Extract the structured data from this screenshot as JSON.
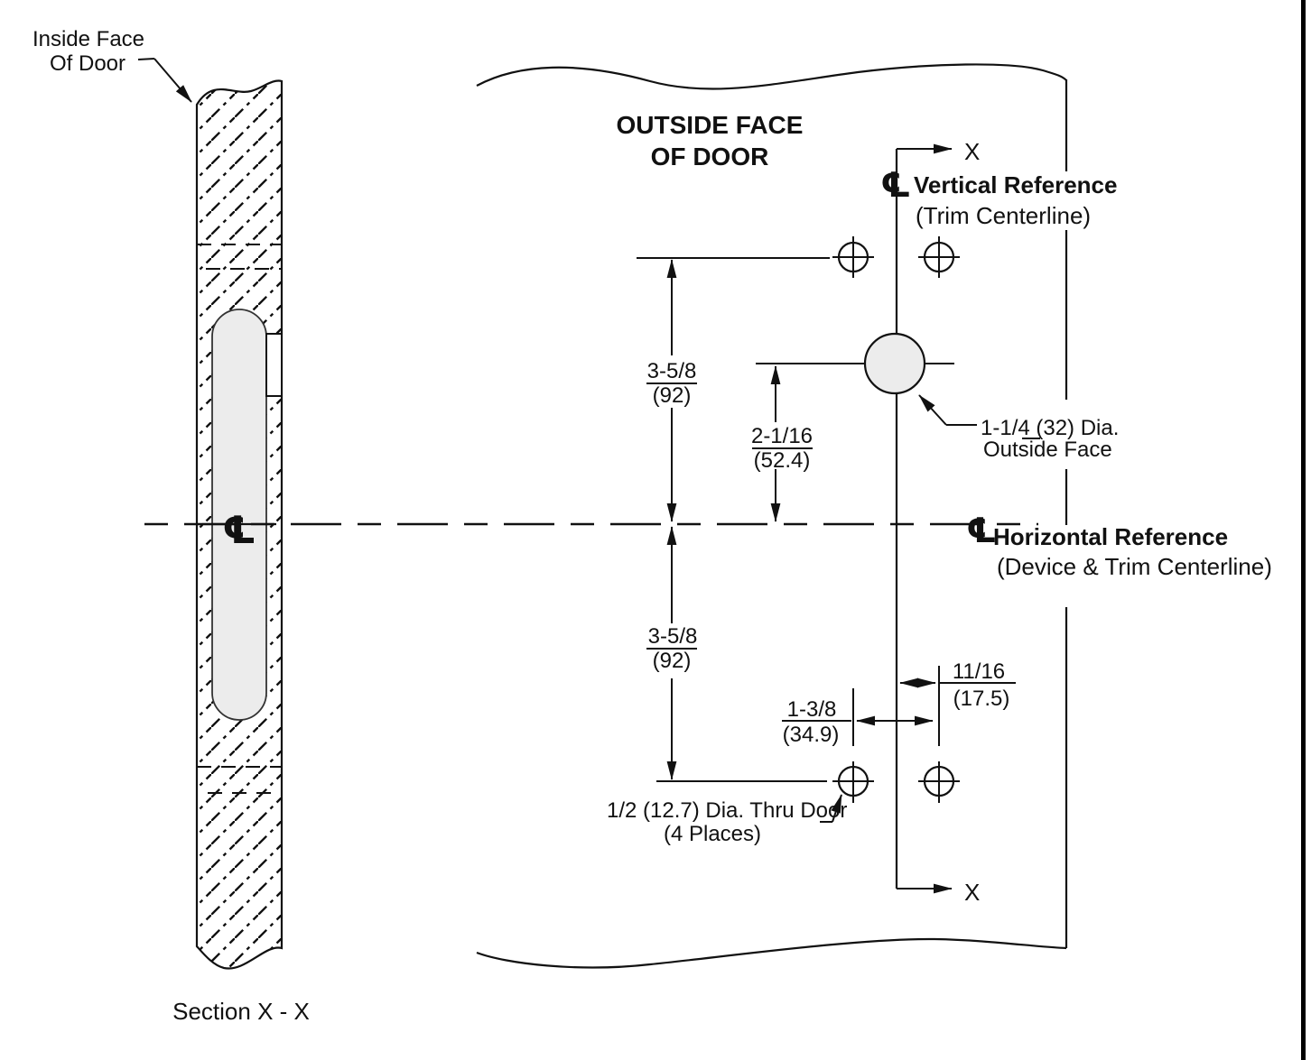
{
  "drawing": {
    "section_view": {
      "label_line1": "Inside Face",
      "label_line2": "Of Door",
      "caption": "Section X - X",
      "centerline_symbol": "℄"
    },
    "face_view": {
      "title_line1": "OUTSIDE FACE",
      "title_line2": "OF DOOR",
      "marker_top": "X",
      "marker_bottom": "X",
      "vertical_reference": {
        "symbol": "℄",
        "title": "Vertical Reference",
        "subtitle": "(Trim Centerline)"
      },
      "horizontal_reference": {
        "symbol": "℄",
        "title": "Horizontal Reference",
        "subtitle": "(Device & Trim Centerline)"
      },
      "dims": {
        "top_height": {
          "inches": "3-5/8",
          "mm": "(92)"
        },
        "circle_height": {
          "inches": "2-1/16",
          "mm": "(52.4)"
        },
        "bottom_height": {
          "inches": "3-5/8",
          "mm": "(92)"
        },
        "hole_offset": {
          "inches": "11/16",
          "mm": "(17.5)"
        },
        "hole_spacing": {
          "inches": "1-3/8",
          "mm": "(34.9)"
        }
      },
      "notes": {
        "outside_face_hole": {
          "line1": "1-1/4 (32) Dia.",
          "line2": "Outside Face"
        },
        "thru_holes": {
          "line1": "1/2 (12.7) Dia. Thru Door",
          "line2": "(4 Places)"
        }
      }
    },
    "colors": {
      "ink": "#111111",
      "fill_light": "#ececec",
      "background": "#ffffff"
    }
  }
}
